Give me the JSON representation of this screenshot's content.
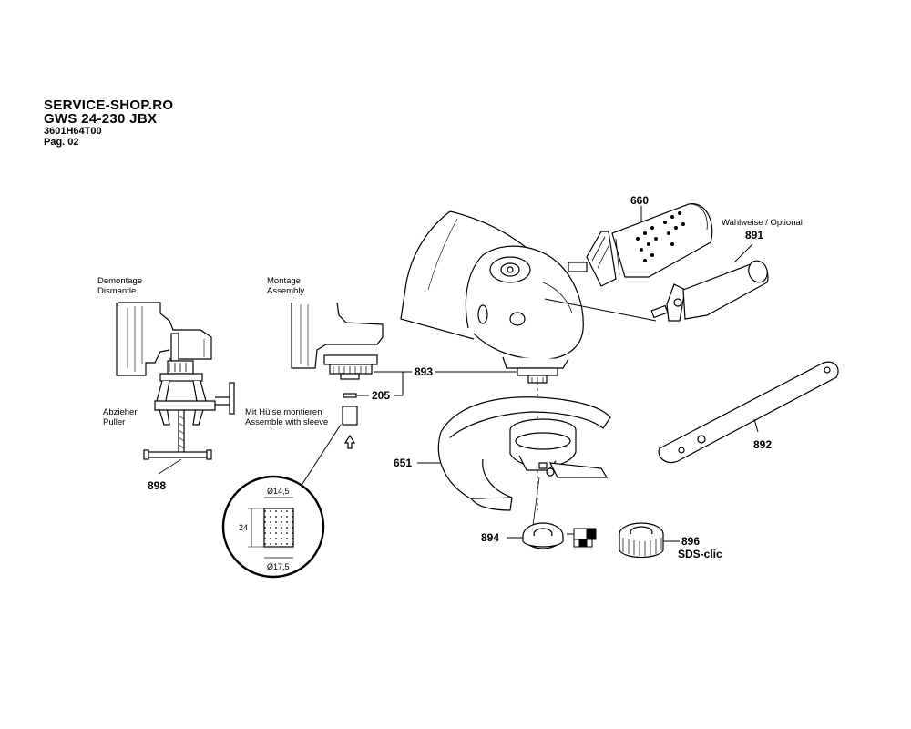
{
  "header": {
    "shop": "SERVICE-SHOP.RO",
    "model": "GWS 24-230 JBX",
    "code": "3601H64T00",
    "page": "Pag. 02"
  },
  "callouts": {
    "dismantle_de": "Demontage",
    "dismantle_en": "Dismantle",
    "assembly_de": "Montage",
    "assembly_en": "Assembly",
    "puller_de": "Abzieher",
    "puller_en": "Puller",
    "sleeve_de": "Mit Hülse montieren",
    "sleeve_en": "Assemble with sleeve",
    "optional": "Wahlweise / Optional",
    "sds": "SDS-clic"
  },
  "parts": {
    "p660": "660",
    "p891": "891",
    "p893": "893",
    "p205": "205",
    "p898": "898",
    "p651": "651",
    "p892": "892",
    "p894": "894",
    "p896": "896"
  },
  "sleeve_dims": {
    "inner_diameter": "Ø14,5",
    "height": "24",
    "outer_diameter": "Ø17,5"
  }
}
